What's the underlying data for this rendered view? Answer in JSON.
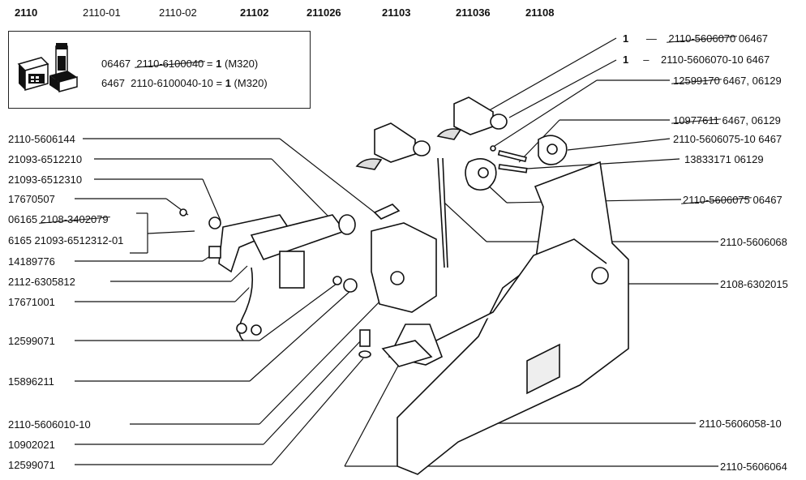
{
  "model_header": [
    "2110",
    "2110-01",
    "2110-02",
    "21102",
    "211026",
    "21103",
    "211036",
    "21108"
  ],
  "info_box": {
    "icon": "parts-box-icon",
    "line1": {
      "code": "06467",
      "part": "2110-6100040",
      "eq": "=",
      "qty": "1",
      "unit": "(M320)"
    },
    "line2": {
      "code": "6467",
      "part": "2110-6100040-10",
      "eq": "=",
      "qty": "1",
      "unit": "(M320)"
    }
  },
  "right_labels": [
    {
      "prefix": "1",
      "dash": "—",
      "part": "2110-5606070",
      "suffix": "06467"
    },
    {
      "prefix": "1",
      "dash": "–",
      "part": "2110-5606070-10 6467"
    },
    {
      "part": "12599170",
      "suffix": "6467, 06129"
    },
    {
      "part": "10977611",
      "suffix": "6467, 06129"
    },
    {
      "part": "2110-5606075-10 6467"
    },
    {
      "part": "13833171 06129"
    },
    {
      "part": "2110-5606075",
      "suffix": "06467"
    },
    {
      "part": "2110-5606068"
    },
    {
      "part": "2108-6302015"
    },
    {
      "part": "2110-5606058-10"
    },
    {
      "part": "2110-5606064"
    }
  ],
  "left_labels": [
    {
      "text": "2110-5606144"
    },
    {
      "text": "21093-6512210"
    },
    {
      "text": "21093-6512310"
    },
    {
      "text": "17670507"
    },
    {
      "prefix": "06165",
      "part": "2108-3402079"
    },
    {
      "text": "6165 21093-6512312-01"
    },
    {
      "text": "14189776"
    },
    {
      "text": "2112-6305812"
    },
    {
      "text": "17671001"
    },
    {
      "text": "12599071"
    },
    {
      "text": "15896211"
    },
    {
      "text": "2110-5606010-10"
    },
    {
      "text": "10902021"
    },
    {
      "text": "12599071"
    }
  ]
}
